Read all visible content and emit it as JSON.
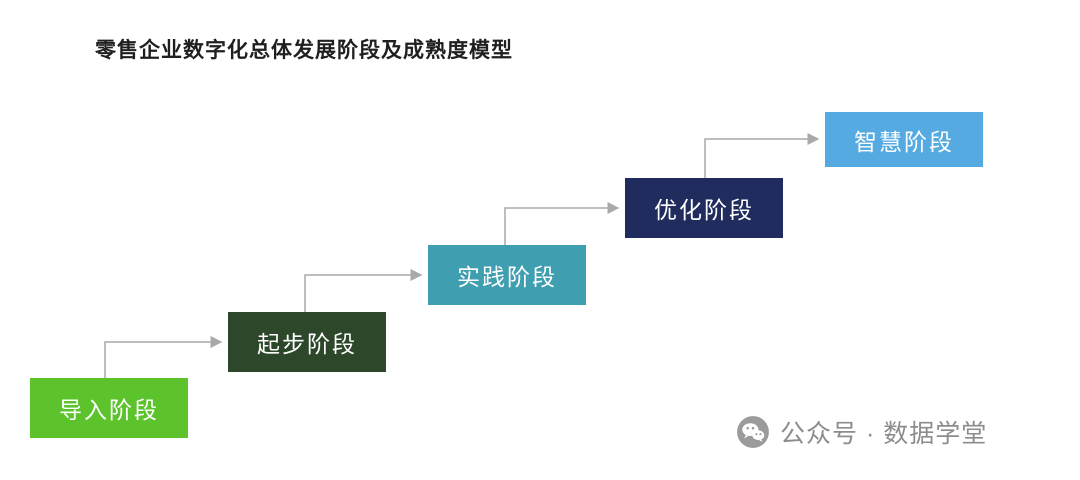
{
  "title": "零售企业数字化总体发展阶段及成熟度模型",
  "diagram": {
    "stages": [
      {
        "label": "导入阶段",
        "color": "#5cc32d",
        "text_color": "#ffffff"
      },
      {
        "label": "起步阶段",
        "color": "#2d472b",
        "text_color": "#ffffff"
      },
      {
        "label": "实践阶段",
        "color": "#3f9eaf",
        "text_color": "#ffffff"
      },
      {
        "label": "优化阶段",
        "color": "#212c5e",
        "text_color": "#ffffff"
      },
      {
        "label": "智慧阶段",
        "color": "#55aae2",
        "text_color": "#ffffff"
      }
    ],
    "connector_color": "#a9a9a9"
  },
  "watermark": {
    "icon": "wechat-icon",
    "icon_color": "#9b9b9b",
    "text": "公众号 · 数据学堂",
    "text_color": "#8c8c8c"
  }
}
